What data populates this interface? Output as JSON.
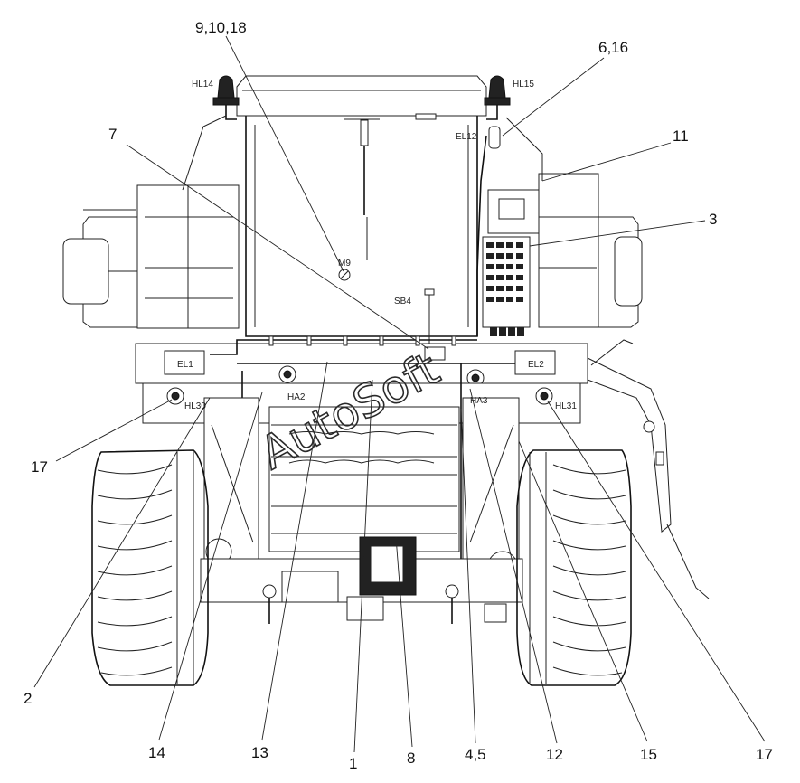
{
  "callouts": {
    "c_9_10_18": "9,10,18",
    "c_6_16": "6,16",
    "c_7": "7",
    "c_11": "11",
    "c_3": "3",
    "c_17_left": "17",
    "c_2": "2",
    "c_14": "14",
    "c_13": "13",
    "c_1": "1",
    "c_8": "8",
    "c_4_5": "4,5",
    "c_12": "12",
    "c_15": "15",
    "c_17_right": "17"
  },
  "component_labels": {
    "hl14": "HL14",
    "hl15": "HL15",
    "el12": "EL12",
    "m9": "M9",
    "sb4": "SB4",
    "el1": "EL1",
    "el2": "EL2",
    "ha2": "HA2",
    "ha3": "HA3",
    "hl30": "HL30",
    "hl31": "HL31"
  },
  "watermark": "AutoSoft"
}
